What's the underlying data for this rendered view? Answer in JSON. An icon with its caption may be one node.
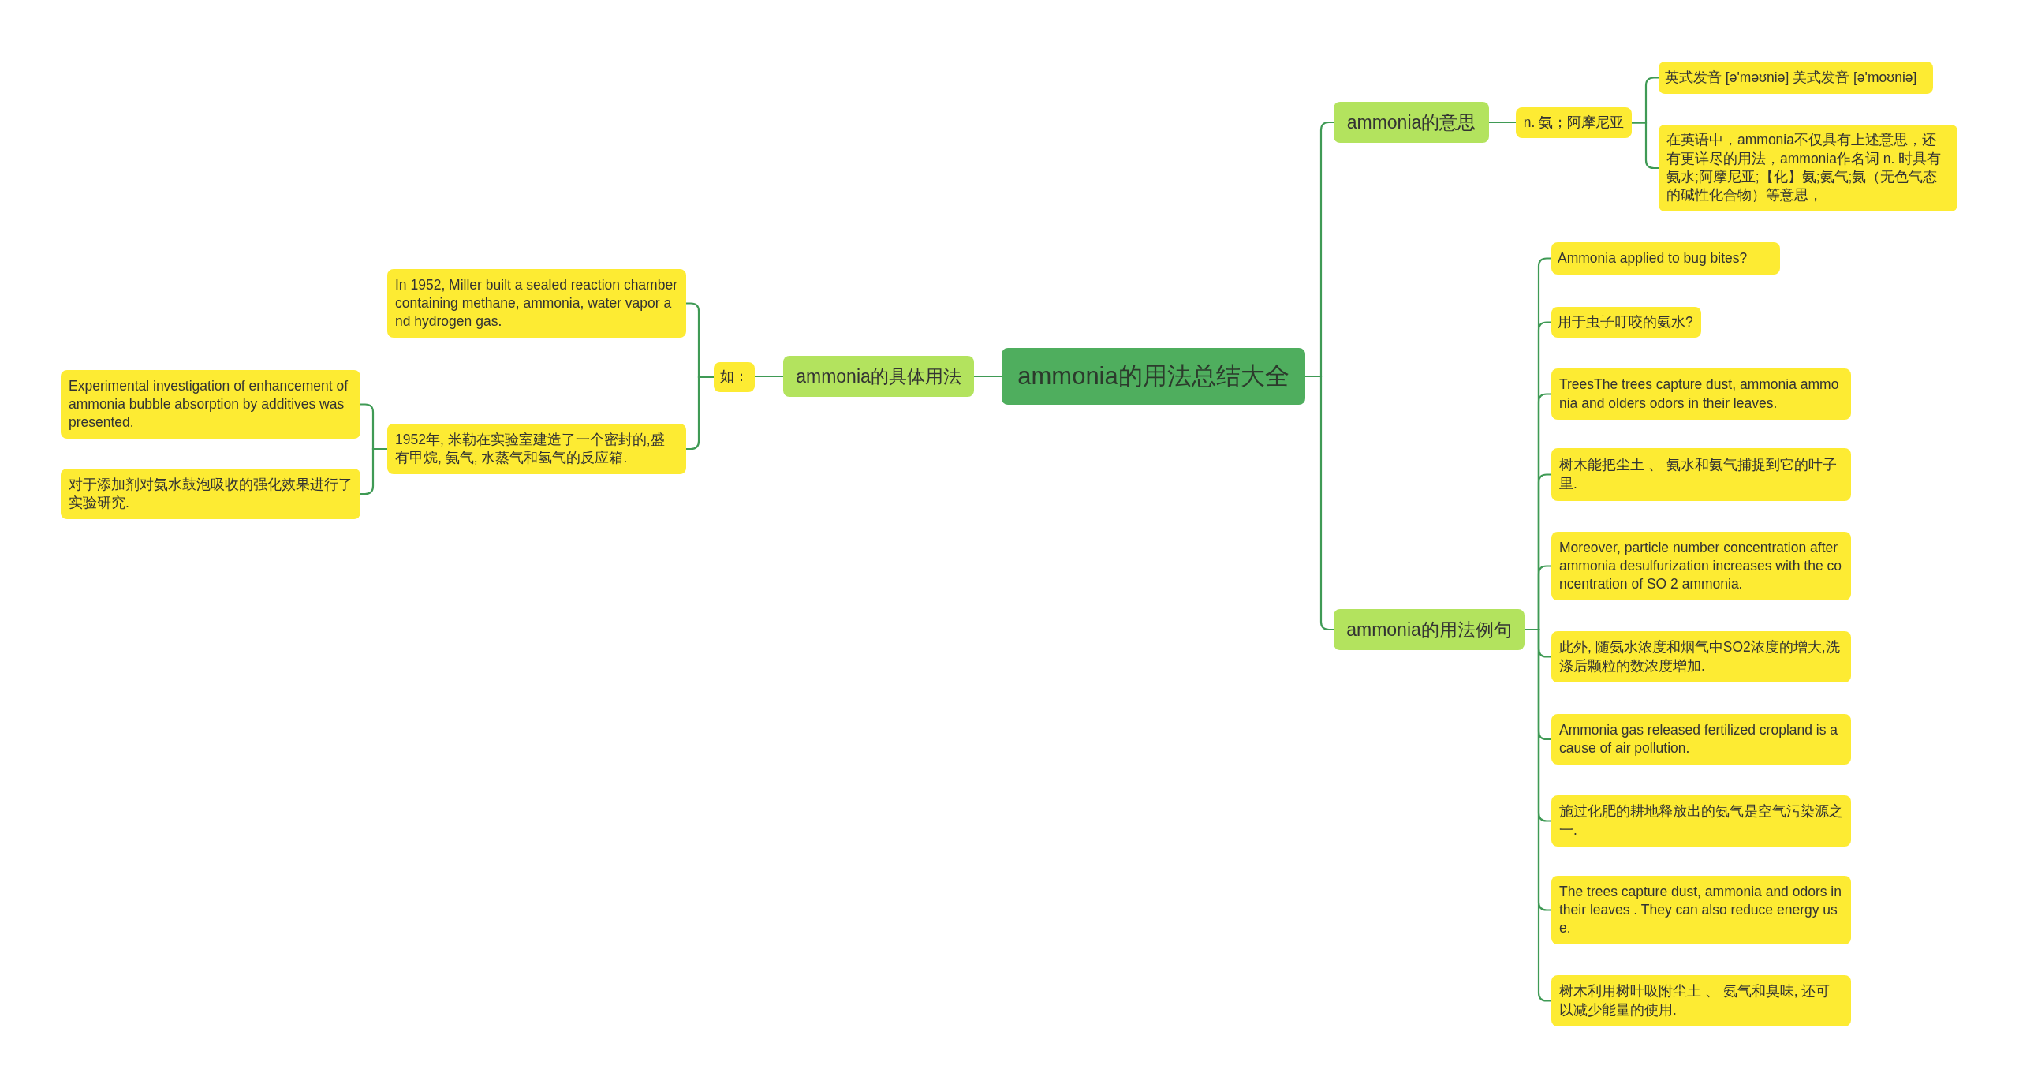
{
  "diagram": {
    "nodes": [
      {
        "text": [
          "ammonia的用法总结大全"
        ]
      },
      {
        "text": [
          "ammonia的具体用法"
        ]
      },
      {
        "text": [
          "如："
        ]
      },
      {
        "text": [
          "In 1952, Miller built a sealed reaction chamber containing methane, ammonia, water vapor and hydrogen gas."
        ]
      },
      {
        "text": [
          "1952年, 米勒在实验室建造了一个密封的,盛有甲烷, 氨气, 水蒸气和氢气的反应箱."
        ]
      },
      {
        "text": [
          "Experimental investigation of enhancement of ammonia bubble absorption by additives was presented."
        ]
      },
      {
        "text": [
          "对于添加剂对氨水鼓泡吸收的强化效果进行了实验研究."
        ]
      },
      {
        "text": [
          "ammonia的意思"
        ]
      },
      {
        "text": [
          "n. 氨；阿摩尼亚"
        ]
      },
      {
        "text": [
          "英式发音 [ə'məʊniə] 美式发音 [ə'moʊniə]"
        ]
      },
      {
        "text": [
          "在英语中，ammonia不仅具有上述意思，还有更详尽的用法，ammonia作名词 n. 时具有氨水;阿摩尼亚;【化】氨;氨气;氨（无色气态的碱性化合物）等意思，"
        ]
      },
      {
        "text": [
          "ammonia的用法例句"
        ]
      },
      {
        "text": [
          "Ammonia applied to bug bites?"
        ]
      },
      {
        "text": [
          "用于虫子叮咬的氨水?"
        ]
      },
      {
        "text": [
          "TreesThe trees capture dust, ammonia ammonia and olders odors in their leaves."
        ]
      },
      {
        "text": [
          "树木能把尘土 、 氨水和氨气捕捉到它的叶子里."
        ]
      },
      {
        "text": [
          "Moreover, particle number concentration after ammonia desulfurization increases with the concentration of SO 2 ammonia."
        ]
      },
      {
        "text": [
          "此外, 随氨水浓度和烟气中SO2浓度的增大,洗涤后颗粒的数浓度增加."
        ]
      },
      {
        "text": [
          "Ammonia gas released fertilized cropland is a cause of air pollution."
        ]
      },
      {
        "text": [
          "施过化肥的耕地释放出的氨气是空气污染源之一."
        ]
      },
      {
        "text": [
          "The trees capture dust, ammonia and odors in their leaves . They can also reduce energy use."
        ]
      },
      {
        "text": [
          "树木利用树叶吸附尘土 、 氨气和臭味, 还可以减少能量的使用."
        ]
      }
    ],
    "edges": [
      {
        "from": 0,
        "to": 1,
        "arrow": "none"
      },
      {
        "from": 1,
        "to": 2,
        "arrow": "none"
      },
      {
        "from": 2,
        "to": 3,
        "arrow": "none"
      },
      {
        "from": 2,
        "to": 4,
        "arrow": "none"
      },
      {
        "from": 4,
        "to": 5,
        "arrow": "none"
      },
      {
        "from": 4,
        "to": 6,
        "arrow": "none"
      },
      {
        "from": 0,
        "to": 7,
        "arrow": "none"
      },
      {
        "from": 7,
        "to": 8,
        "arrow": "none"
      },
      {
        "from": 8,
        "to": 9,
        "arrow": "none"
      },
      {
        "from": 8,
        "to": 10,
        "arrow": "none"
      },
      {
        "from": 0,
        "to": 11,
        "arrow": "none"
      },
      {
        "from": 11,
        "to": 12,
        "arrow": "none"
      },
      {
        "from": 11,
        "to": 13,
        "arrow": "none"
      },
      {
        "from": 11,
        "to": 14,
        "arrow": "none"
      },
      {
        "from": 11,
        "to": 15,
        "arrow": "none"
      },
      {
        "from": 11,
        "to": 16,
        "arrow": "none"
      },
      {
        "from": 11,
        "to": 17,
        "arrow": "none"
      },
      {
        "from": 11,
        "to": 18,
        "arrow": "none"
      },
      {
        "from": 11,
        "to": 19,
        "arrow": "none"
      },
      {
        "from": 11,
        "to": 20,
        "arrow": "none"
      },
      {
        "from": 11,
        "to": 21,
        "arrow": "none"
      }
    ]
  }
}
